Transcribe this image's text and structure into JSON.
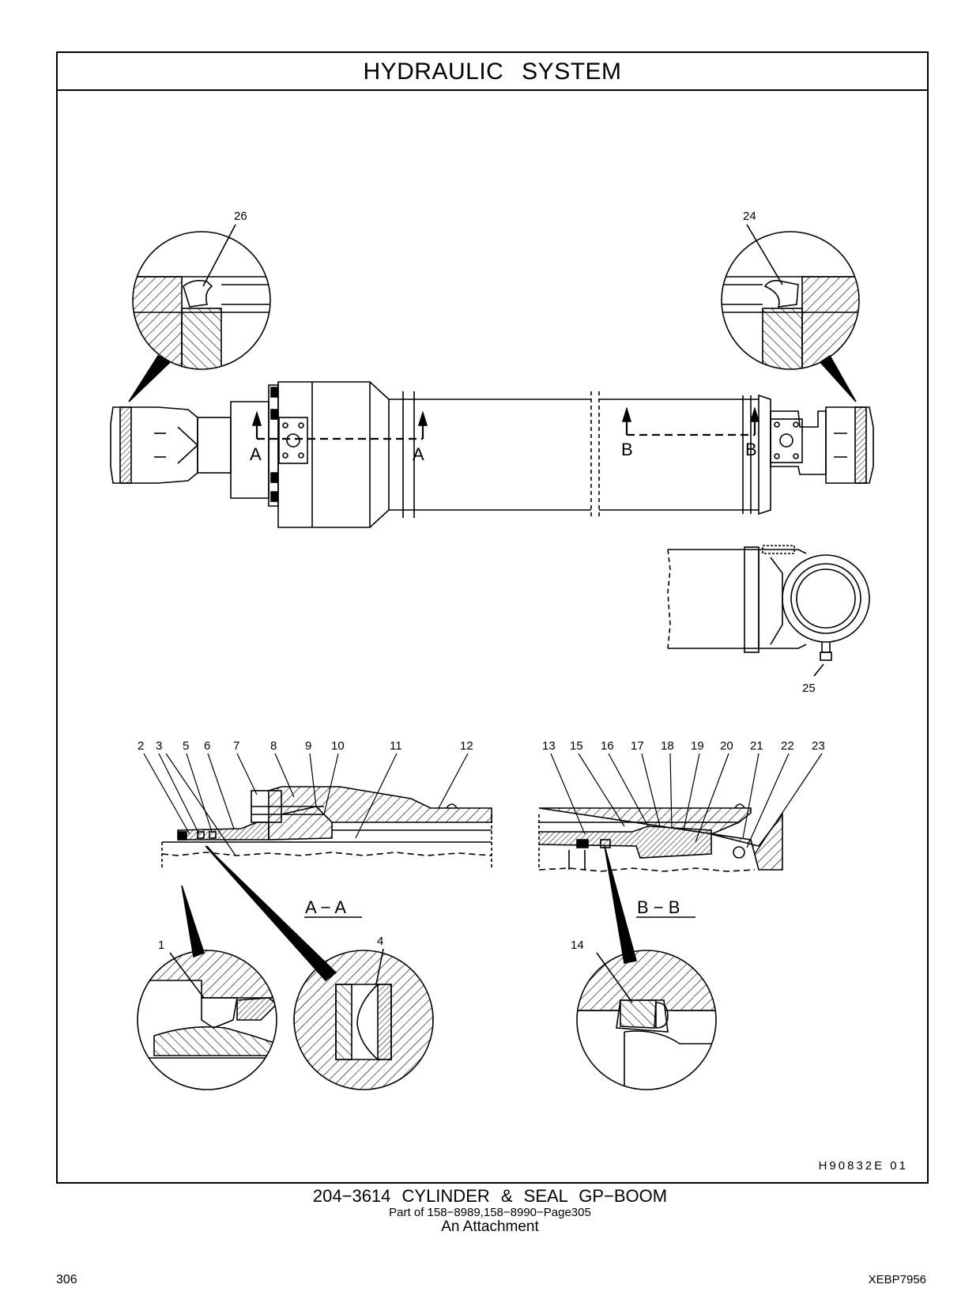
{
  "header": {
    "title": "HYDRAULIC SYSTEM"
  },
  "diagram": {
    "callouts": [
      "1",
      "2",
      "3",
      "4",
      "5",
      "6",
      "7",
      "8",
      "9",
      "10",
      "11",
      "12",
      "13",
      "14",
      "15",
      "16",
      "17",
      "18",
      "19",
      "20",
      "21",
      "22",
      "23",
      "24",
      "25",
      "26"
    ],
    "section_markers": {
      "a": "A",
      "b": "B"
    },
    "section_titles": {
      "aa": "A − A",
      "bb": "B − B"
    },
    "illustration_id": "H90832E    01"
  },
  "caption": {
    "main": "204−3614  CYLINDER & SEAL GP−BOOM",
    "sub": "Part of 158−8989,158−8990−Page305",
    "note": "An Attachment"
  },
  "footer": {
    "page_number": "306",
    "doc_id": "XEBP7956"
  }
}
